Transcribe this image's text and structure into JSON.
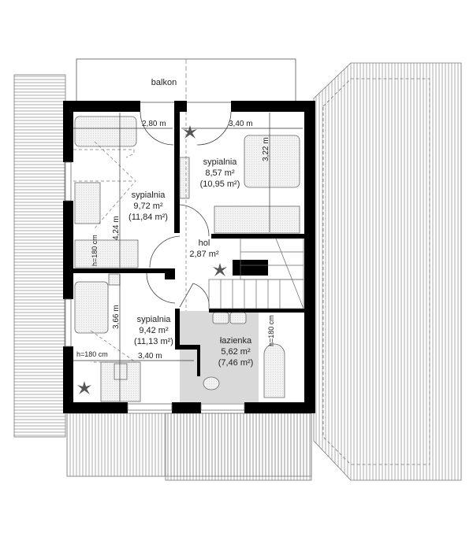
{
  "colors": {
    "wall": "#000000",
    "bathroom_floor": "#d9d9d9",
    "roof_hatch": "#888888",
    "line": "#555555"
  },
  "balcony": {
    "label": "balkon"
  },
  "rooms": [
    {
      "name": "sypialnia",
      "area": "9,72 m²",
      "gross_area": "(11,84 m²)"
    },
    {
      "name": "sypialnia",
      "area": "8,57 m²",
      "gross_area": "(10,95 m²)"
    },
    {
      "name": "hol",
      "area": "2,87 m²"
    },
    {
      "name": "sypialnia",
      "area": "9,42 m²",
      "gross_area": "(11,13 m²)"
    },
    {
      "name": "łazienka",
      "area": "5,62 m²",
      "gross_area": "(7,46 m²)"
    }
  ],
  "dimensions": {
    "top_left_width": "2,80 m",
    "top_right_width": "3,40 m",
    "right_room_depth": "3,22 m",
    "left_room_depth": "4,24 m",
    "bottom_left_depth": "3,66 m",
    "bottom_left_width": "3,40 m",
    "height_left_upper": "h=180 cm",
    "height_left_lower": "h=180 cm",
    "height_bathroom": "h=180 cm"
  },
  "icons": [
    "plant-icon",
    "bed-icon",
    "bathtub-icon",
    "toilet-icon",
    "sink-icon",
    "stairs-icon"
  ]
}
